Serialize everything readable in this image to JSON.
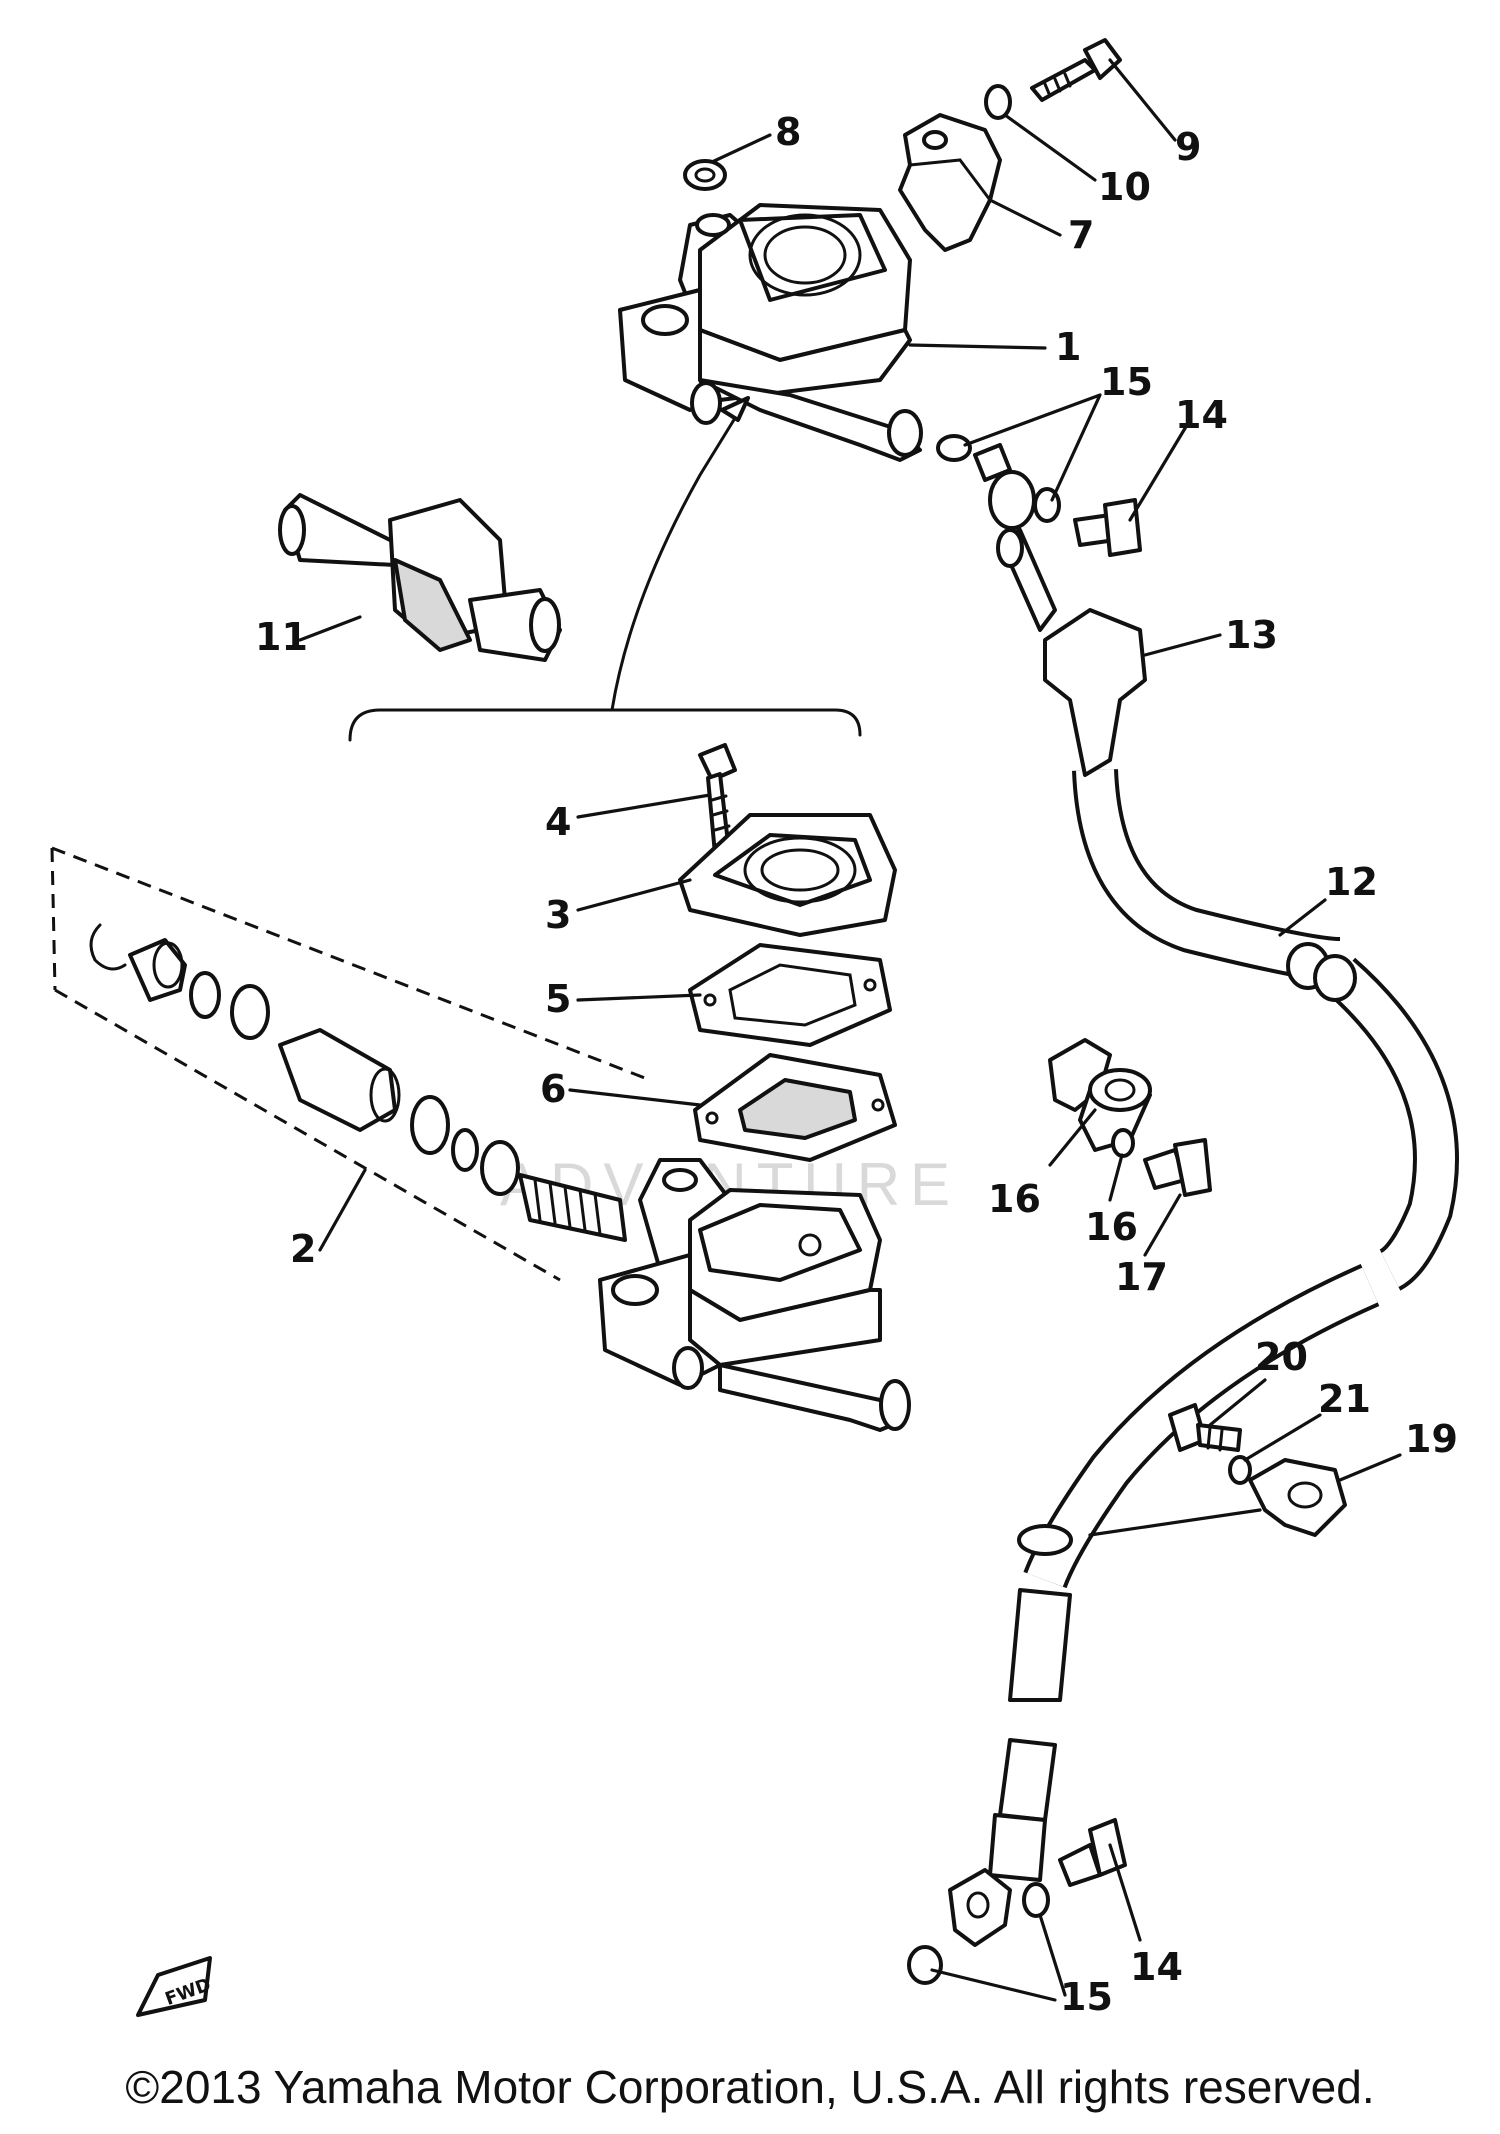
{
  "callouts": {
    "c1": "1",
    "c2": "2",
    "c3": "3",
    "c4": "4",
    "c5": "5",
    "c6": "6",
    "c7": "7",
    "c8": "8",
    "c9": "9",
    "c10": "10",
    "c11": "11",
    "c12": "12",
    "c13": "13",
    "c14a": "14",
    "c14b": "14",
    "c15a": "15",
    "c15b": "15",
    "c16a": "16",
    "c16b": "16",
    "c17": "17",
    "c19": "19",
    "c20": "20",
    "c21": "21"
  },
  "watermark": "ADVENTURE",
  "fwd_mark": "FWD",
  "copyright": "©2013 Yamaha Motor Corporation, U.S.A. All rights reserved."
}
